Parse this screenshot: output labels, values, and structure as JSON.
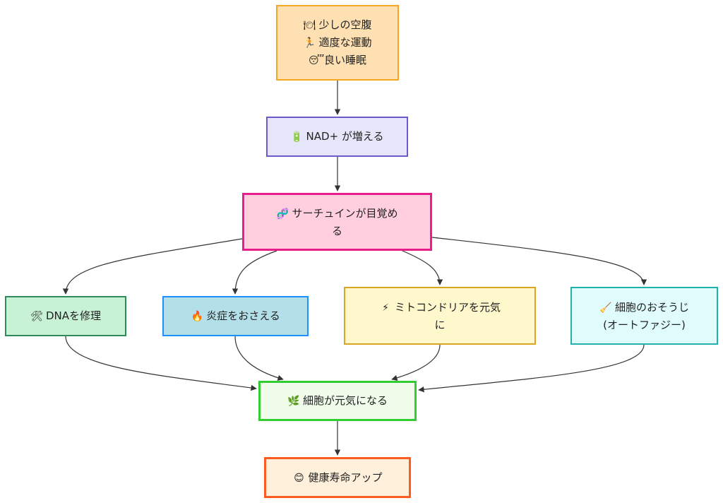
{
  "diagram": {
    "type": "flowchart",
    "nodes": {
      "start": {
        "lines": [
          {
            "icon": "plate-cutlery-icon",
            "glyph": "🍽",
            "text": "少しの空腹"
          },
          {
            "icon": "runner-icon",
            "glyph": "🏃",
            "text": "適度な運動"
          },
          {
            "icon": "sleeping-face-icon",
            "glyph": "😴",
            "text": "良い睡眠"
          }
        ]
      },
      "nad": {
        "lines": [
          {
            "icon": "battery-icon",
            "glyph": "🔋",
            "text": "NAD+ が増える"
          }
        ]
      },
      "sirtuin": {
        "lines": [
          {
            "icon": "dna-icon",
            "glyph": "🧬",
            "text": "サーチュインが目覚め"
          },
          {
            "text": "る"
          }
        ]
      },
      "dna_repair": {
        "lines": [
          {
            "icon": "hammer-wrench-icon",
            "glyph": "🛠",
            "text": "DNAを修理"
          }
        ]
      },
      "inflammation": {
        "lines": [
          {
            "icon": "fire-icon",
            "glyph": "🔥",
            "text": "炎症をおさえる"
          }
        ]
      },
      "mitochondria": {
        "lines": [
          {
            "icon": "lightning-icon",
            "glyph": "⚡",
            "text": "ミトコンドリアを元気"
          },
          {
            "text": "に"
          }
        ]
      },
      "autophagy": {
        "lines": [
          {
            "icon": "broom-icon",
            "glyph": "🧹",
            "text": "細胞のおそうじ"
          },
          {
            "text": "(オートファジー)"
          }
        ]
      },
      "cell_health": {
        "lines": [
          {
            "icon": "herb-icon",
            "glyph": "🌿",
            "text": "細胞が元気になる"
          }
        ]
      },
      "healthy_life": {
        "lines": [
          {
            "icon": "smiling-face-icon",
            "glyph": "😊",
            "text": "健康寿命アップ"
          }
        ]
      }
    },
    "edges": [
      {
        "from": "start",
        "to": "nad"
      },
      {
        "from": "nad",
        "to": "sirtuin"
      },
      {
        "from": "sirtuin",
        "to": "dna_repair"
      },
      {
        "from": "sirtuin",
        "to": "inflammation"
      },
      {
        "from": "sirtuin",
        "to": "mitochondria"
      },
      {
        "from": "sirtuin",
        "to": "autophagy"
      },
      {
        "from": "dna_repair",
        "to": "cell_health"
      },
      {
        "from": "inflammation",
        "to": "cell_health"
      },
      {
        "from": "mitochondria",
        "to": "cell_health"
      },
      {
        "from": "autophagy",
        "to": "cell_health"
      },
      {
        "from": "cell_health",
        "to": "healthy_life"
      }
    ],
    "colors": {
      "edge": "#333333"
    }
  }
}
